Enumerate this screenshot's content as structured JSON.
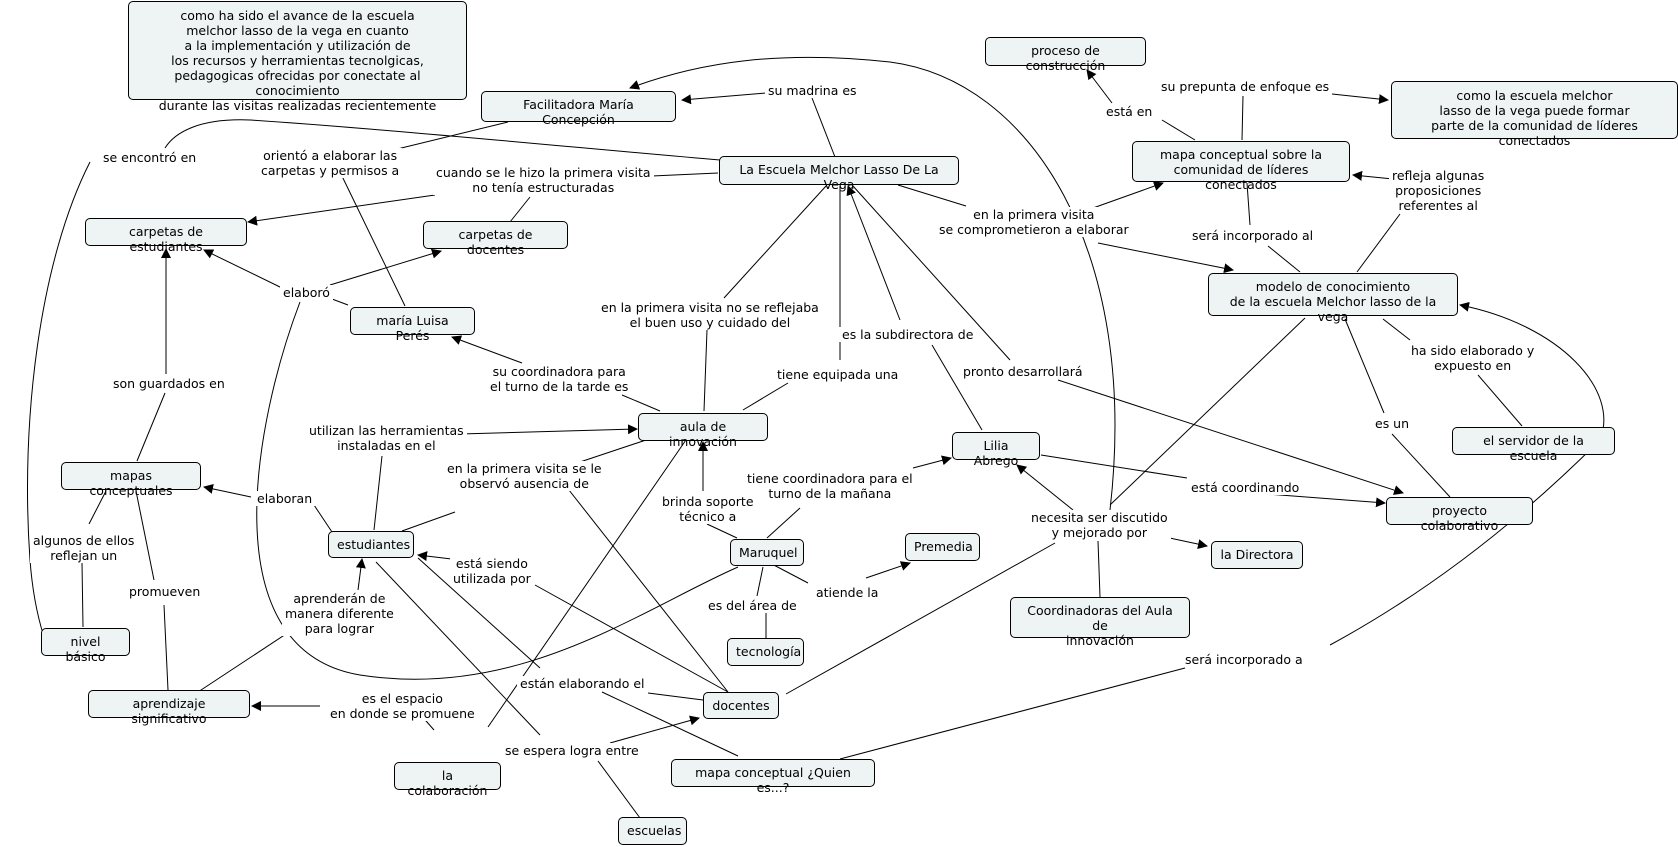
{
  "concepts": {
    "title_note": "como ha sido el avance de la escuela\nmelchor lasso de la vega en cuanto\na la implementación y utilización de\nlos recursos y herramientas tecnolgicas,\npedagogicas ofrecidas por conectate al conocimiento\ndurante las visitas realizadas recientemente",
    "facilitadora": "Facilitadora María Concepción",
    "escuela": "La Escuela Melchor Lasso De La Vega",
    "carpetas_estudiantes": "carpetas de estudiantes",
    "carpetas_docentes": "carpetas de docentes",
    "maria_luisa": "maría Luisa Perés",
    "mapas_conceptuales": "mapas conceptuales",
    "nivel_basico": "nivel básico",
    "aprendizaje": "aprendizaje significativo",
    "estudiantes": "estudiantes",
    "aula": "aula de innovación",
    "maruquel": "Maruquel",
    "premedia": "Premedia",
    "tecnologia": "tecnología",
    "docentes": "docentes",
    "colaboracion": "la colaboración",
    "escuelas": "escuelas",
    "mapa_quien": "mapa conceptual ¿Quien es...?",
    "lilia": "Lilia Abrego",
    "proceso": "proceso de construcción",
    "mapa_lideres": "mapa conceptual sobre la\ncomunidad de líderes conectados",
    "como_escuela": "como la escuela melchor\nlasso de la vega puede formar\nparte de la comunidad de líderes conectados",
    "modelo": "modelo de conocimiento\nde la escuela Melchor lasso de la vega",
    "servidor": "el servidor de la escuela",
    "proyecto": "proyecto colaborativo",
    "directora": "la Directora",
    "coordinadoras": "Coordinadoras del Aula de\ninnovación"
  },
  "links": {
    "su_madrina": "su madrina es",
    "se_encontro": "se encontró en",
    "oriento": "orientó a elaborar las\ncarpetas y permisos a",
    "primera_visita_no": "cuando se le hizo la primera visita\nno tenía estructuradas",
    "elaboro": "elaboró",
    "son_guardados": "son guardados en",
    "algunos_reflejan": "algunos de ellos\nreflejan un",
    "promueven": "promueven",
    "elaboran": "elaboran",
    "utilizan": "utilizan las herramientas\ninstaladas en  el",
    "primera_visita_ausencia": "en la primera visita se le\nobservó ausencia de",
    "coordinadora_tarde": "su coordinadora para\nel turno de la tarde es",
    "no_reflejaba": "en la primera visita no se reflejaba\nel buen uso y cuidado del",
    "tiene_equipada": "tiene equipada una",
    "subdirectora": "es la subdirectora de",
    "pronto": "pronto desarrollará",
    "comprometieron": "en la primera visita\nse comprometieron a elaborar",
    "coordinadora_manana": "tiene  coordinadora para el\nturno de la mañana",
    "brinda": "brinda soporte\ntécnico a",
    "atiende": "atiende la",
    "area": "es del área de",
    "esta_siendo": "está siendo\nutilizada por",
    "aprenderan": "aprenderán de\nmanera diferente\npara lograr",
    "espacio": "es el espacio\nen donde se promuene",
    "estan_elaborando": "están elaborando el",
    "se_espera": "se espera logra entre",
    "necesita": "necesita ser discutido\ny mejorado por",
    "esta_coordinando": "está coordinando",
    "sera_incorporado_a": "será incorporado a",
    "esta_en": "está en",
    "prepunta": "su prepunta de enfoque es",
    "sera_incorporado_al": "será incorporado al",
    "refleja": "refleja algunas\nproposiciones\nreferentes al",
    "ha_sido": "ha sido elaborado y\nexpuesto en",
    "es_un": "es un"
  }
}
